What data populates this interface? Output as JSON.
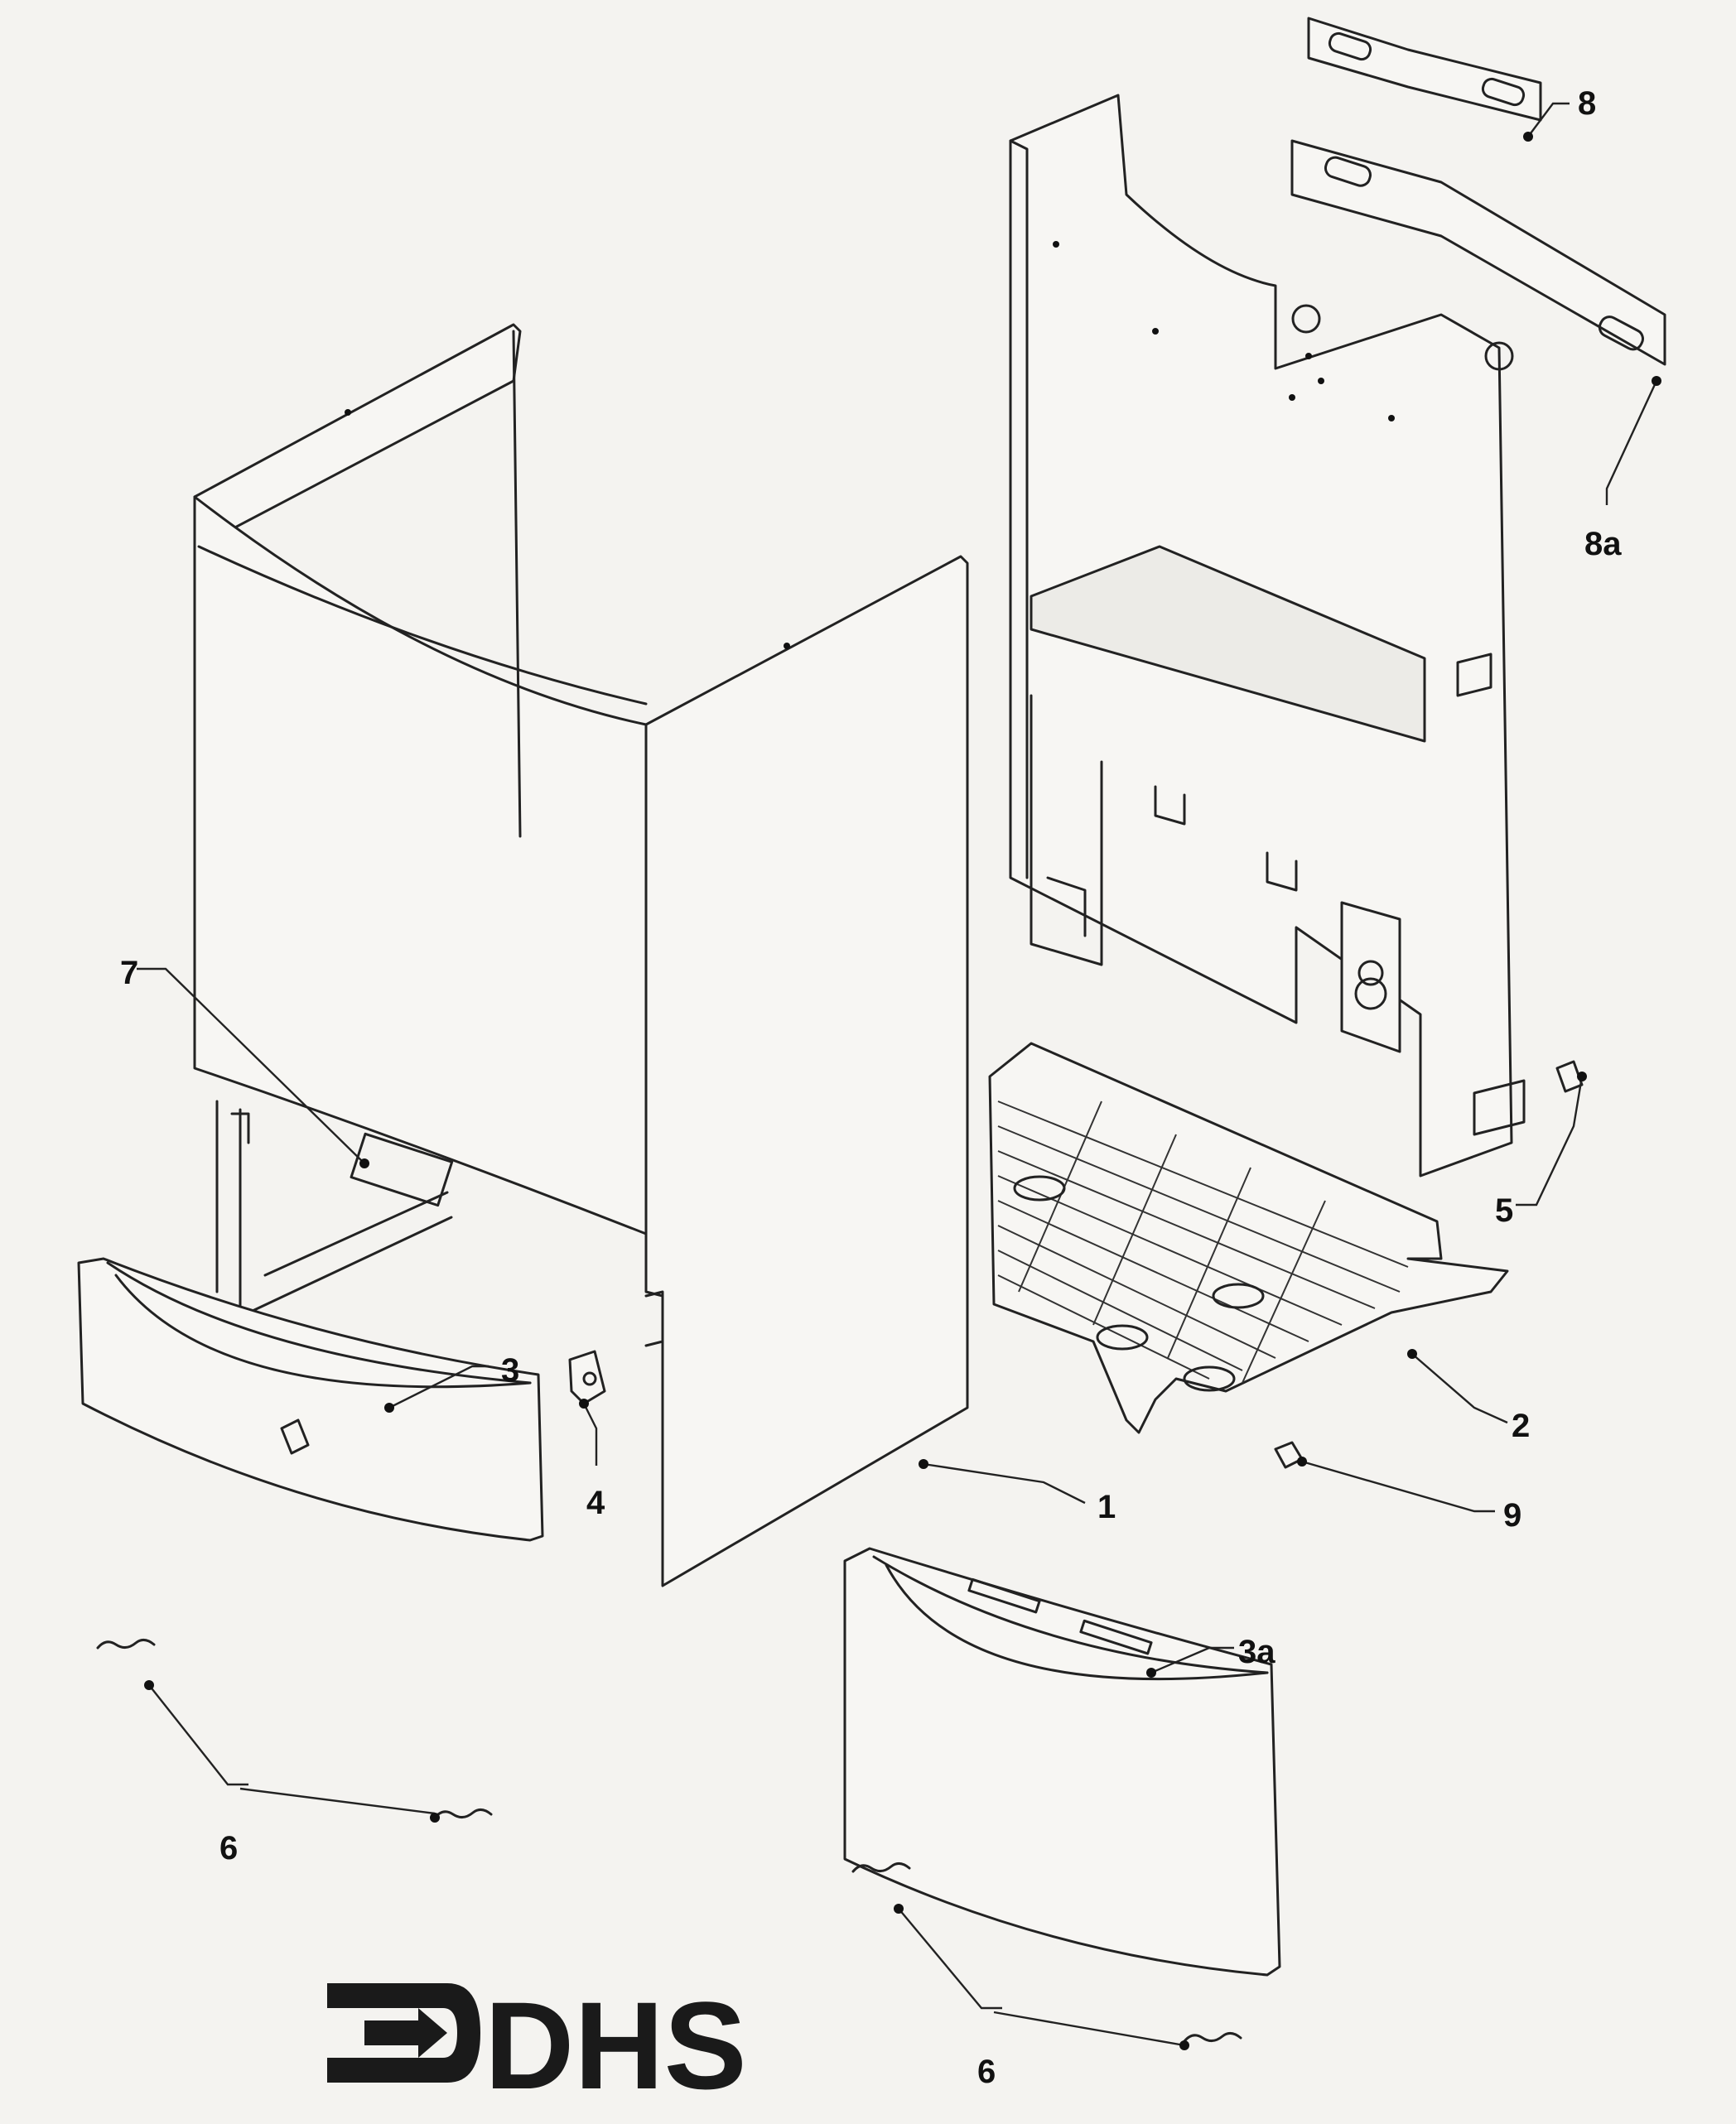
{
  "diagram": {
    "callouts": [
      {
        "id": "1",
        "label": "1"
      },
      {
        "id": "2",
        "label": "2"
      },
      {
        "id": "3",
        "label": "3"
      },
      {
        "id": "3a",
        "label": "3a"
      },
      {
        "id": "4",
        "label": "4"
      },
      {
        "id": "5",
        "label": "5"
      },
      {
        "id": "6a",
        "label": "6"
      },
      {
        "id": "6b",
        "label": "6"
      },
      {
        "id": "7",
        "label": "7"
      },
      {
        "id": "8",
        "label": "8"
      },
      {
        "id": "8a",
        "label": "8a"
      },
      {
        "id": "9",
        "label": "9"
      }
    ],
    "logo": {
      "text": "DHS"
    }
  },
  "colors": {
    "ink": "#222222",
    "paper": "#f4f3f0"
  }
}
